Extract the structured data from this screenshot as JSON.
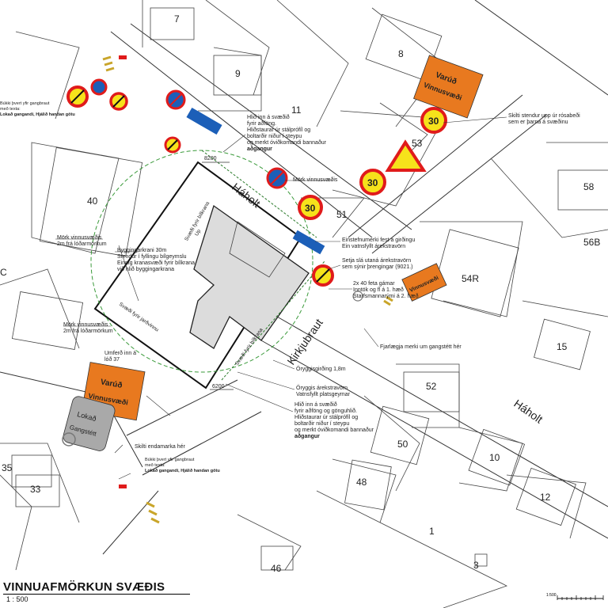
{
  "title": "VINNUAFMÖRKUN SVÆÐIS",
  "scale": "1 : 500",
  "scalebar_label": "1:500",
  "streets": {
    "haholt_upper": "Háholt",
    "haholt_lower": "Háholt",
    "kirkjubraut": "Kirkjubraut"
  },
  "house_numbers": [
    "7",
    "8",
    "9",
    "11",
    "53",
    "58",
    "40",
    "51",
    "56B",
    "54R",
    "C",
    "15",
    "52",
    "50",
    "10",
    "37",
    "35",
    "33",
    "48",
    "12",
    "1",
    "46",
    "3"
  ],
  "signs": {
    "speed_30": "30",
    "varud_text": "Varúð",
    "vinnusvaedi_text": "Vinnusvæði",
    "lokad_text": "Lokað",
    "gangstett_text": "Gangstétt"
  },
  "annotations": {
    "hlid_inn_1": [
      "Hlið inn á svæðið",
      "fyrir aðföng.",
      "Hliðstaurar úr stálprófíl og",
      "boltarðir niður í steypu",
      "og merkt óviðkomandi bannaður",
      "aðgangur"
    ],
    "hlid_inn_2": [
      "Hlið inn á svæðið",
      "fyrir aðföng og gönguhlið.",
      "Hliðstaurar úr stálprófíl og",
      "boltarðir niður í steypu",
      "og merkt óviðkomandi bannaður",
      "aðgangur"
    ],
    "mork_vinnusvaedis": "Mörk vinnusvæðis",
    "mork_2m_1": [
      "Mörk vinnusvæðis",
      "2m frá lóðarmörkum"
    ],
    "mork_2m_2": [
      "Mörk vinnusvæðis",
      "2m frá lóðarmörkum"
    ],
    "byggingarkrani": [
      "Byggingarkrani 30m",
      "Stendur í fyllingu bílgeymslu",
      "Einnig kranasvæði fyrir bílkrana",
      "við hlið byggingarkrana"
    ],
    "einstefnumerki": [
      "Einstefnumerki fest á girðingu",
      "Ein vatnsfyllt árekstravörn"
    ],
    "setja_sla": [
      "Setja slá utaná árekstravörn",
      "sem sýnir þrengingar (9021.)"
    ],
    "gamar": [
      "2x 40 feta gámar",
      "Inntök og fl á 1. hæð",
      "Starfsmannarými á 2. hæð"
    ],
    "fjarlaegja": "Fjarlægja merki um gangstétt hér",
    "oryggisgirding": "Öryggisgirðing 1,8m",
    "oryggis_arekstra": [
      "Öryggis árekstravörn",
      "Vatnsfyllt platsgeymar"
    ],
    "skilti_upp": [
      "Skilti stendur upp úr rósabeði",
      "sem er þarna á svæðinu"
    ],
    "bukki_top": [
      "Búkki þvert yfir gangbraut",
      "með texta:",
      "Lokað gangandi, Hjálið handan götu"
    ],
    "bukki_bottom": [
      "Búkki þvert yfir gangbraut",
      "með texta:",
      "Lokað gangandi, Hjálið handan götu"
    ],
    "skilti_endamarka": "Skilti endamarka hér",
    "umferd": [
      "Umferð inn á",
      "lóð 37"
    ],
    "svaedi_bilkrana": [
      "Svæði fyrir bílkrana",
      "Up"
    ],
    "svaedi_jardvinnu": "Svæði fyrir jarðvinnu",
    "svaedi_bilkrana2": "Svæði fyrir bílkrana",
    "dim_top": "8200",
    "dim_bottom": "6200"
  },
  "colors": {
    "sign_orange": "#e8791f",
    "sign_red": "#e01b1b",
    "sign_yellow": "#f6e21b",
    "sign_blue": "#1c5fb8",
    "building_fill": "#dcdcdc",
    "dashed_green": "#3a9a3a"
  }
}
